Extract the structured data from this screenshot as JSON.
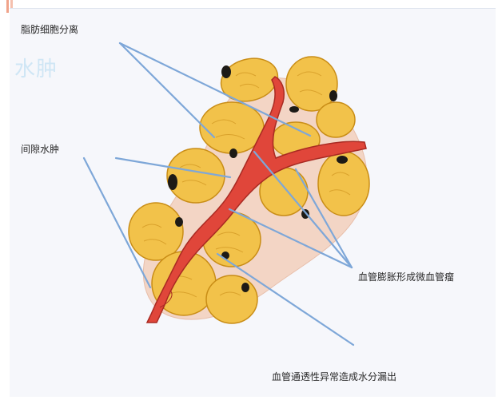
{
  "labels": {
    "fat_cell_separation": "脂肪细胞分离",
    "interstitial_edema": "间隙水肿",
    "vessel_dilation": "血管膨胀形成微血管瘤",
    "vessel_permeability": "血管通透性异常造成水分漏出"
  },
  "ghost_title": "水肿",
  "colors": {
    "fat_cell": "#f2c24a",
    "fat_cell_edge": "#c98d16",
    "vessel": "#e0463a",
    "vessel_edge": "#a92a22",
    "leader_line": "#7ea7d8",
    "nucleus": "#1d1a16",
    "interstitium": "#f3d2c0"
  }
}
